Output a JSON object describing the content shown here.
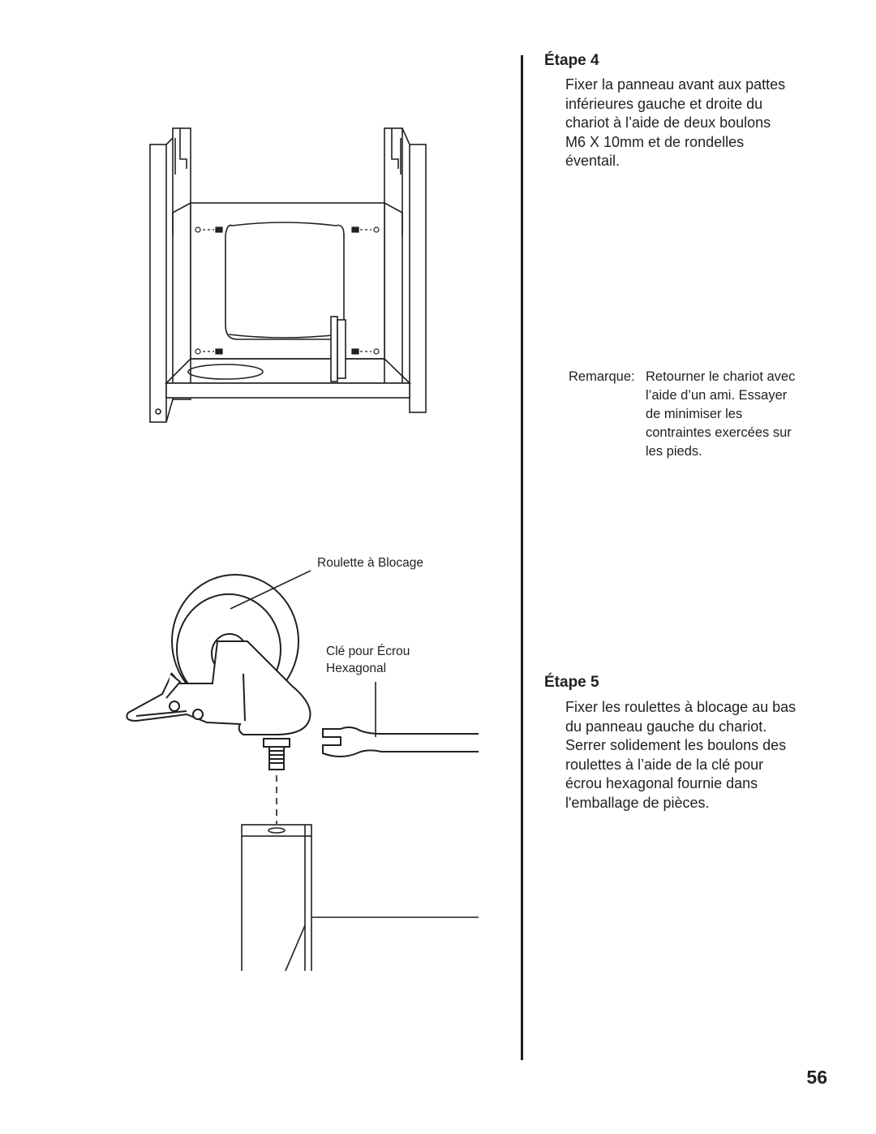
{
  "step4": {
    "title": "Étape 4",
    "lines": [
      "Fixer la panneau avant aux pattes",
      "inférieures gauche et droite du",
      "chariot à l’aide de deux boulons",
      "M6 X 10mm et de rondelles",
      "éventail."
    ]
  },
  "note": {
    "label": "Remarque:",
    "lines": [
      "Retourner le chariot avec",
      "l’aide d’un ami. Essayer",
      "de minimiser les",
      "contraintes exercées sur",
      "les pieds."
    ]
  },
  "figure2": {
    "callout_caster": "Roulette à Blocage",
    "callout_wrench_line1": "Clé pour Écrou",
    "callout_wrench_line2": "Hexagonal"
  },
  "step5": {
    "title": "Étape 5",
    "lines": [
      "Fixer les roulettes à blocage au bas",
      "du panneau gauche du chariot.",
      "Serrer solidement les boulons des",
      "roulettes à l’aide de la clé pour",
      "écrou hexagonal fournie dans",
      "l'emballage de pièces."
    ]
  },
  "page_number": "56"
}
